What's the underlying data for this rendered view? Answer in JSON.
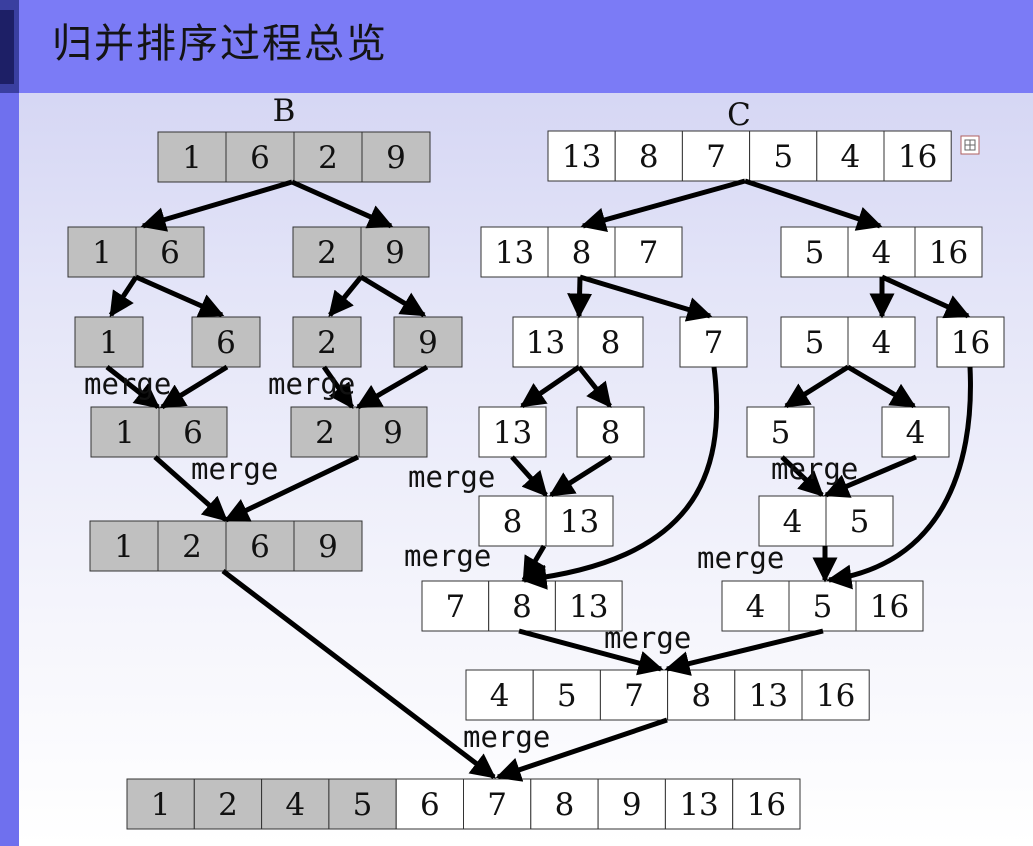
{
  "title": "归并排序过程总览",
  "label_b": "B",
  "label_c": "C",
  "merge_word": "merge",
  "colors": {
    "header": "#7b7bf6",
    "gray_cell": "#c0c0c0",
    "white_cell": "#ffffff",
    "arrow": "#000000"
  },
  "icons": [
    "slide-thumbnail-icon"
  ],
  "arrays": [
    {
      "id": "b0",
      "cells": [
        [
          "1",
          "g"
        ],
        [
          "6",
          "g"
        ],
        [
          "2",
          "g"
        ],
        [
          "9",
          "g"
        ]
      ]
    },
    {
      "id": "b1l",
      "cells": [
        [
          "1",
          "g"
        ],
        [
          "6",
          "g"
        ]
      ]
    },
    {
      "id": "b1r",
      "cells": [
        [
          "2",
          "g"
        ],
        [
          "9",
          "g"
        ]
      ]
    },
    {
      "id": "b2a",
      "cells": [
        [
          "1",
          "g"
        ]
      ]
    },
    {
      "id": "b2b",
      "cells": [
        [
          "6",
          "g"
        ]
      ]
    },
    {
      "id": "b2c",
      "cells": [
        [
          "2",
          "g"
        ]
      ]
    },
    {
      "id": "b2d",
      "cells": [
        [
          "9",
          "g"
        ]
      ]
    },
    {
      "id": "b3l",
      "cells": [
        [
          "1",
          "g"
        ],
        [
          "6",
          "g"
        ]
      ]
    },
    {
      "id": "b3r",
      "cells": [
        [
          "2",
          "g"
        ],
        [
          "9",
          "g"
        ]
      ]
    },
    {
      "id": "b4",
      "cells": [
        [
          "1",
          "g"
        ],
        [
          "2",
          "g"
        ],
        [
          "6",
          "g"
        ],
        [
          "9",
          "g"
        ]
      ]
    },
    {
      "id": "c0",
      "cells": [
        [
          "13",
          "w"
        ],
        [
          "8",
          "w"
        ],
        [
          "7",
          "w"
        ],
        [
          "5",
          "w"
        ],
        [
          "4",
          "w"
        ],
        [
          "16",
          "w"
        ]
      ]
    },
    {
      "id": "c1l",
      "cells": [
        [
          "13",
          "w"
        ],
        [
          "8",
          "w"
        ],
        [
          "7",
          "w"
        ]
      ]
    },
    {
      "id": "c1r",
      "cells": [
        [
          "5",
          "w"
        ],
        [
          "4",
          "w"
        ],
        [
          "16",
          "w"
        ]
      ]
    },
    {
      "id": "c2a",
      "cells": [
        [
          "13",
          "w"
        ],
        [
          "8",
          "w"
        ]
      ]
    },
    {
      "id": "c2b",
      "cells": [
        [
          "7",
          "w"
        ]
      ]
    },
    {
      "id": "c2c",
      "cells": [
        [
          "5",
          "w"
        ],
        [
          "4",
          "w"
        ]
      ]
    },
    {
      "id": "c2d",
      "cells": [
        [
          "16",
          "w"
        ]
      ]
    },
    {
      "id": "c3a",
      "cells": [
        [
          "13",
          "w"
        ]
      ]
    },
    {
      "id": "c3b",
      "cells": [
        [
          "8",
          "w"
        ]
      ]
    },
    {
      "id": "c3c",
      "cells": [
        [
          "5",
          "w"
        ]
      ]
    },
    {
      "id": "c3d",
      "cells": [
        [
          "4",
          "w"
        ]
      ]
    },
    {
      "id": "c4l",
      "cells": [
        [
          "8",
          "w"
        ],
        [
          "13",
          "w"
        ]
      ]
    },
    {
      "id": "c4r",
      "cells": [
        [
          "4",
          "w"
        ],
        [
          "5",
          "w"
        ]
      ]
    },
    {
      "id": "c5l",
      "cells": [
        [
          "7",
          "w"
        ],
        [
          "8",
          "w"
        ],
        [
          "13",
          "w"
        ]
      ]
    },
    {
      "id": "c5r",
      "cells": [
        [
          "4",
          "w"
        ],
        [
          "5",
          "w"
        ],
        [
          "16",
          "w"
        ]
      ]
    },
    {
      "id": "c6",
      "cells": [
        [
          "4",
          "w"
        ],
        [
          "5",
          "w"
        ],
        [
          "7",
          "w"
        ],
        [
          "8",
          "w"
        ],
        [
          "13",
          "w"
        ],
        [
          "16",
          "w"
        ]
      ]
    },
    {
      "id": "final",
      "cells": [
        [
          "1",
          "g"
        ],
        [
          "2",
          "g"
        ],
        [
          "4",
          "g"
        ],
        [
          "5",
          "g"
        ],
        [
          "6",
          "w"
        ],
        [
          "7",
          "w"
        ],
        [
          "8",
          "w"
        ],
        [
          "9",
          "w"
        ],
        [
          "13",
          "w"
        ],
        [
          "16",
          "w"
        ]
      ]
    }
  ]
}
